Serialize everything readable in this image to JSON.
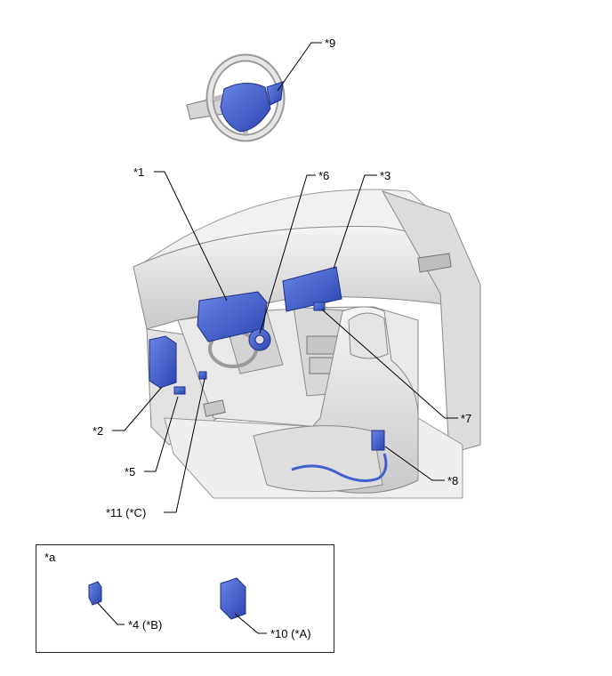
{
  "callouts": {
    "c1": "*1",
    "c2": "*2",
    "c3": "*3",
    "c5": "*5",
    "c6": "*6",
    "c7": "*7",
    "c8": "*8",
    "c9": "*9",
    "c11": "*11 (*C)"
  },
  "inset": {
    "label": "*a",
    "c4": "*4 (*B)",
    "c10": "*10 (*A)"
  },
  "colors": {
    "highlight": "#3f5fd0",
    "highlight_dark": "#2a3f9a",
    "line": "#222222",
    "body": "#eaeaea",
    "shade": "#c8c8c8"
  }
}
